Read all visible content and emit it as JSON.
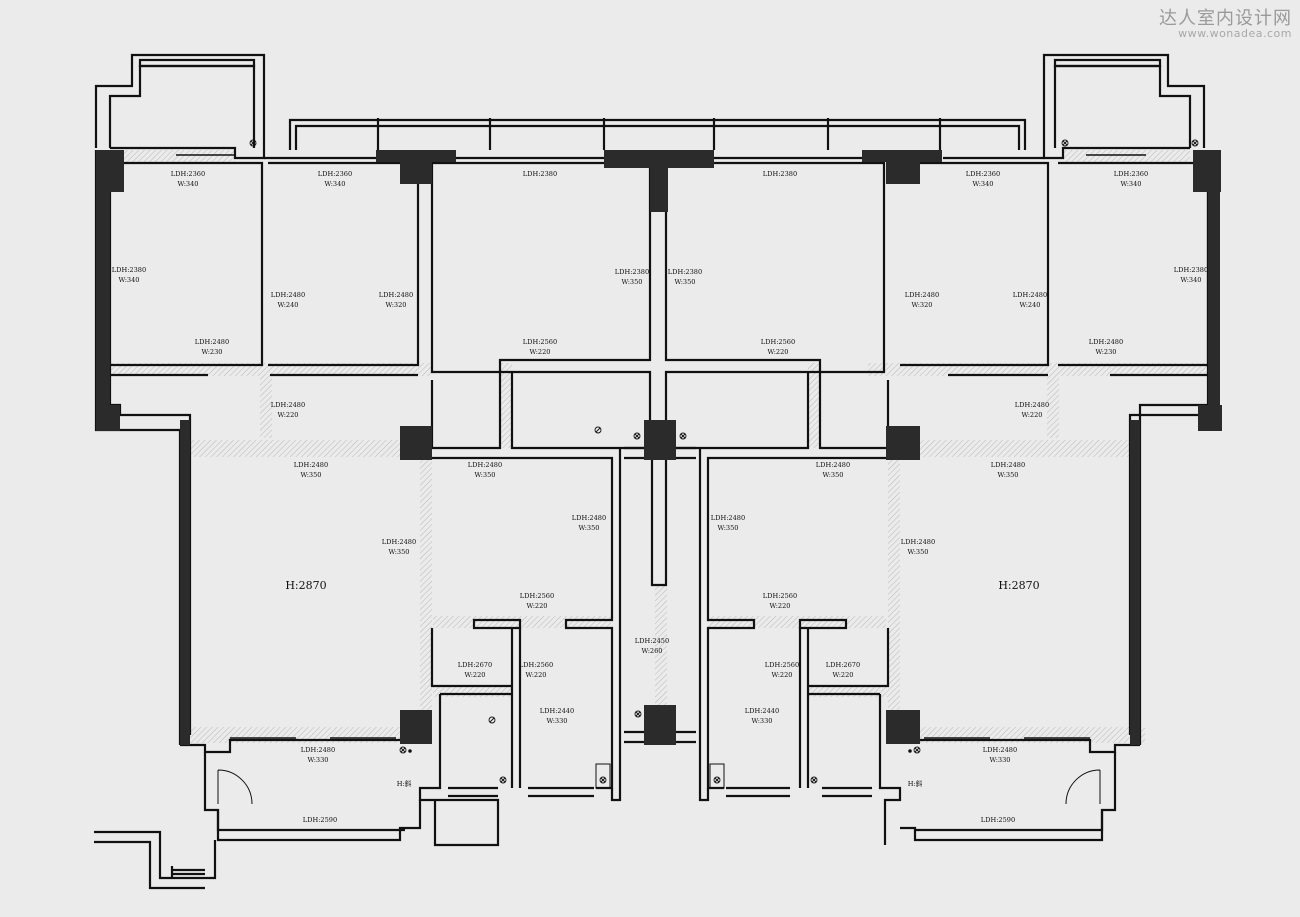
{
  "watermark": {
    "title": "达人室内设计网",
    "url": "www.wonadea.com"
  },
  "room_heights": [
    "H:2870",
    "H:2870"
  ],
  "slope_labels": [
    "H:斜",
    "H:斜"
  ],
  "dim_labels": [
    [
      "LDH:2360",
      "W:340"
    ],
    [
      "LDH:2360",
      "W:340"
    ],
    [
      "LDH:2380",
      ""
    ],
    [
      "LDH:2380",
      ""
    ],
    [
      "LDH:2360",
      "W:340"
    ],
    [
      "LDH:2360",
      "W:340"
    ],
    [
      "LDH:2380",
      "W:340"
    ],
    [
      "LDH:2480",
      "W:240"
    ],
    [
      "LDH:2480",
      "W:320"
    ],
    [
      "LDH:2380",
      "W:350"
    ],
    [
      "LDH:2380",
      "W:350"
    ],
    [
      "LDH:2480",
      "W:320"
    ],
    [
      "LDH:2480",
      "W:240"
    ],
    [
      "LDH:2380",
      "W:340"
    ],
    [
      "LDH:2480",
      "W:230"
    ],
    [
      "LDH:2560",
      "W:220"
    ],
    [
      "LDH:2560",
      "W:220"
    ],
    [
      "LDH:2480",
      "W:230"
    ],
    [
      "LDH:2480",
      "W:220"
    ],
    [
      "LDH:2480",
      "W:220"
    ],
    [
      "LDH:2480",
      "W:350"
    ],
    [
      "LDH:2480",
      "W:350"
    ],
    [
      "LDH:2480",
      "W:350"
    ],
    [
      "LDH:2480",
      "W:350"
    ],
    [
      "LDH:2480",
      "W:350"
    ],
    [
      "LDH:2480",
      "W:350"
    ],
    [
      "LDH:2480",
      "W:350"
    ],
    [
      "LDH:2480",
      "W:350"
    ],
    [
      "LDH:2560",
      "W:220"
    ],
    [
      "LDH:2560",
      "W:220"
    ],
    [
      "LDH:2450",
      "W:260"
    ],
    [
      "LDH:2670",
      "W:220"
    ],
    [
      "LDH:2560",
      "W:220"
    ],
    [
      "LDH:2560",
      "W:220"
    ],
    [
      "LDH:2670",
      "W:220"
    ],
    [
      "LDH:2440",
      "W:330"
    ],
    [
      "LDH:2440",
      "W:330"
    ],
    [
      "LDH:2480",
      "W:330"
    ],
    [
      "LDH:2480",
      "W:330"
    ],
    [
      "LDH:2590",
      ""
    ],
    [
      "LDH:2590",
      ""
    ]
  ]
}
